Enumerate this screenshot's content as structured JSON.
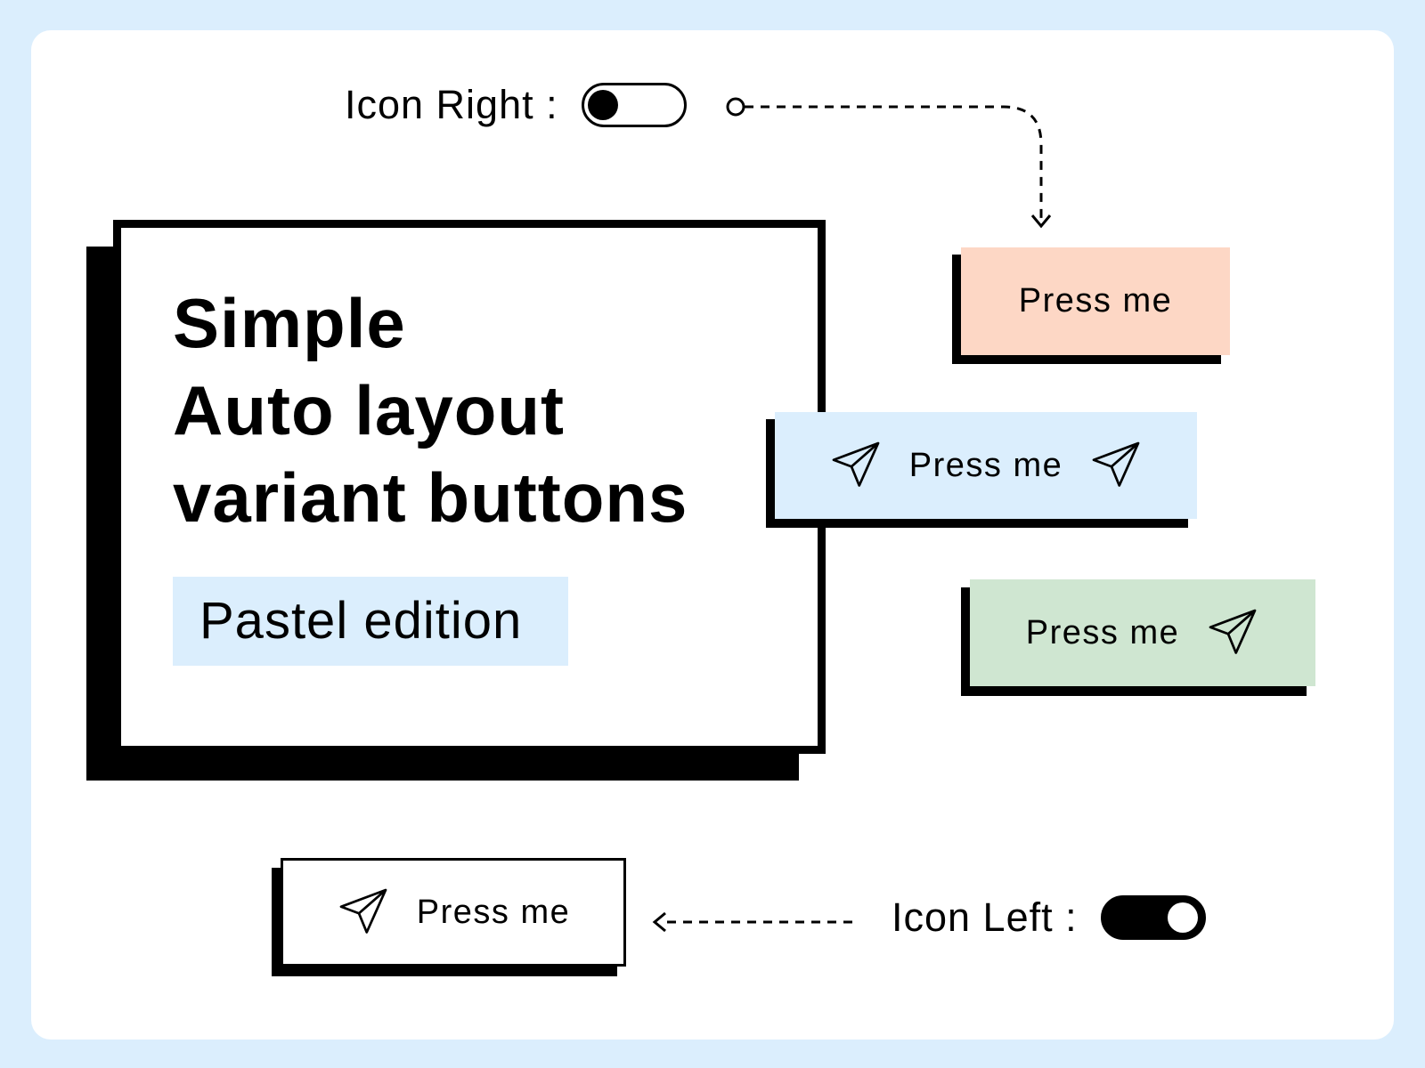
{
  "colors": {
    "background": "#dbeefd",
    "card": "#ffffff",
    "peach": "#fdd7c5",
    "blue": "#dbeefd",
    "green": "#cfe6d1",
    "ink": "#000000"
  },
  "toggles": {
    "icon_right": {
      "label": "Icon Right :",
      "state": "off"
    },
    "icon_left": {
      "label": "Icon Left :",
      "state": "on"
    }
  },
  "hero": {
    "title_lines": [
      "Simple",
      "Auto layout",
      "variant buttons"
    ],
    "tag": "Pastel edition"
  },
  "buttons": [
    {
      "label": "Press me",
      "color": "peach",
      "icon_left": false,
      "icon_right": false,
      "icon": "send-icon"
    },
    {
      "label": "Press me",
      "color": "blue",
      "icon_left": true,
      "icon_right": true,
      "icon": "send-icon"
    },
    {
      "label": "Press me",
      "color": "green",
      "icon_left": false,
      "icon_right": true,
      "icon": "send-icon"
    },
    {
      "label": "Press me",
      "color": "white",
      "icon_left": true,
      "icon_right": false,
      "icon": "send-icon"
    }
  ]
}
